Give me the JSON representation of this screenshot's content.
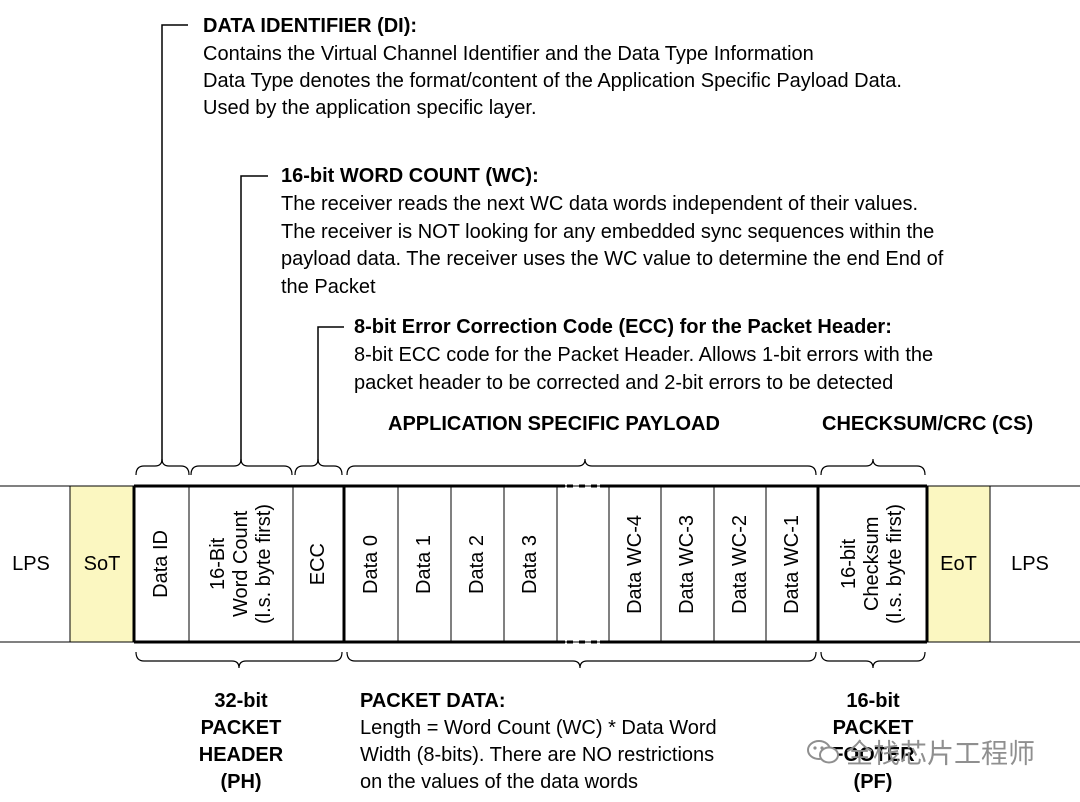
{
  "annotations": {
    "di": {
      "title": "DATA IDENTIFIER (DI):",
      "lines": [
        "Contains the Virtual Channel Identifier and the Data Type Information",
        "Data Type denotes the format/content of the Application Specific Payload Data.",
        "Used by the application specific layer."
      ]
    },
    "wc": {
      "title": "16-bit WORD COUNT (WC):",
      "lines": [
        "The receiver reads the next WC data words independent of their values.",
        "The receiver is NOT looking for any embedded sync sequences within the",
        "payload data. The receiver uses the WC value to determine the end End of",
        "the Packet"
      ]
    },
    "ecc": {
      "title": "8-bit Error Correction Code (ECC) for the Packet Header:",
      "lines": [
        "8-bit ECC code for the Packet Header. Allows 1-bit errors with the",
        "packet header to be corrected and 2-bit errors to be detected"
      ]
    }
  },
  "labels": {
    "payload": "APPLICATION SPECIFIC PAYLOAD",
    "checksum": "CHECKSUM/CRC (CS)"
  },
  "packet": {
    "lps_left": "LPS",
    "sot": "SoT",
    "header_fields": [
      "Data ID",
      "16-Bit\nWord Count\n(l.s. byte first)",
      "ECC"
    ],
    "data_first": [
      "Data 0",
      "Data 1",
      "Data 2",
      "Data 3"
    ],
    "data_last": [
      "Data WC-4",
      "Data WC-3",
      "Data WC-2",
      "Data WC-1"
    ],
    "checksum_field": "16-bit\nChecksum\n(l.s. byte first)",
    "eot": "EoT",
    "lps_right": "LPS"
  },
  "bottom": {
    "ph": [
      "32-bit",
      "PACKET",
      "HEADER",
      "(PH)"
    ],
    "pd_title": "PACKET DATA:",
    "pd_lines": [
      "Length = Word Count (WC) * Data Word",
      "Width (8-bits). There are NO restrictions",
      "on the values of the data words"
    ],
    "pf": [
      "16-bit",
      "PACKET",
      "FOOTER",
      "(PF)"
    ]
  },
  "watermark": "全栈芯片工程师",
  "colors": {
    "sot_eot_fill": "#fbf7c1",
    "line": "#000000",
    "watermark": "#8f8f8f"
  }
}
